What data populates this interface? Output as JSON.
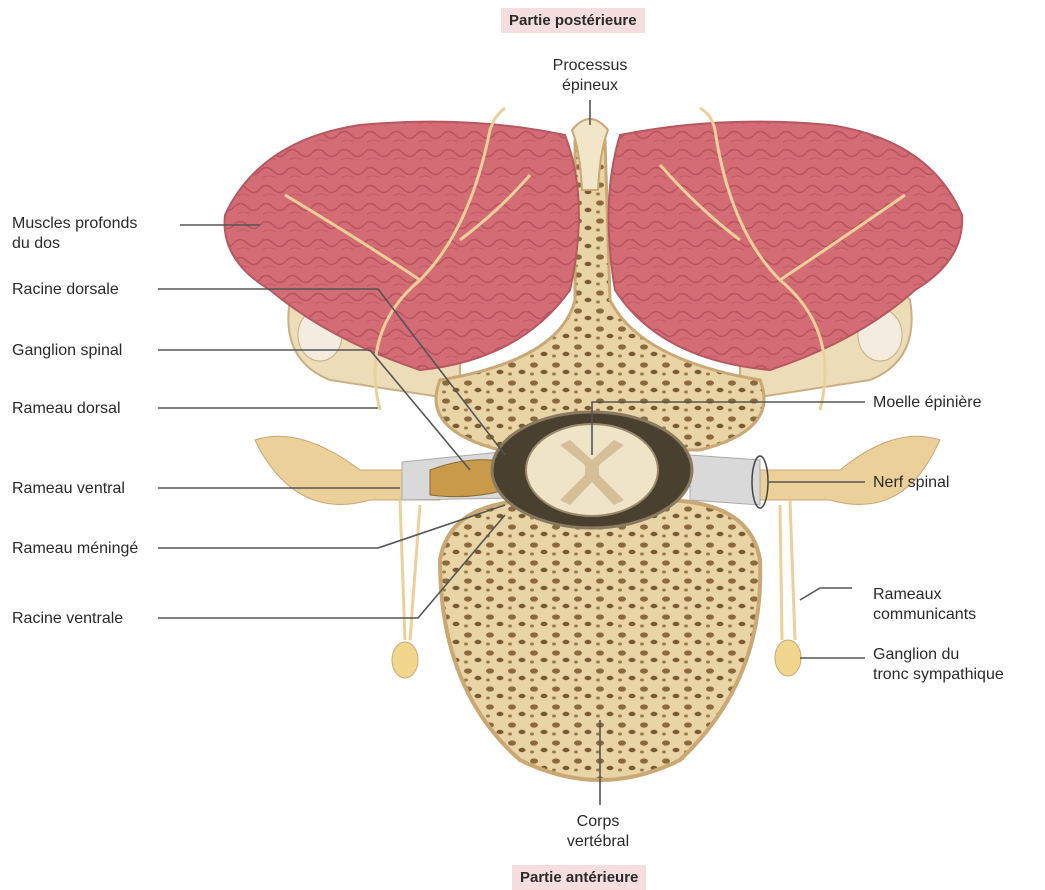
{
  "orientation": {
    "top": "Partie postérieure",
    "bottom": "Partie antérieure"
  },
  "labels": {
    "processus": "Processus\népineux",
    "muscles": "Muscles profonds\ndu dos",
    "racine_dorsale": "Racine dorsale",
    "ganglion_spinal": "Ganglion spinal",
    "rameau_dorsal": "Rameau dorsal",
    "rameau_ventral": "Rameau ventral",
    "rameau_meninge": "Rameau méningé",
    "racine_ventrale": "Racine ventrale",
    "moelle": "Moelle épinière",
    "nerf_spinal": "Nerf spinal",
    "rameaux_communicants": "Rameaux\ncommunicants",
    "ganglion_tronc": "Ganglion du\ntronc sympathique",
    "corps_vertebral": "Corps\nvertébral"
  },
  "colors": {
    "muscle": "#d96f78",
    "bone": "#efdcb2",
    "nerve": "#e8c98a",
    "leader": "#555555"
  }
}
